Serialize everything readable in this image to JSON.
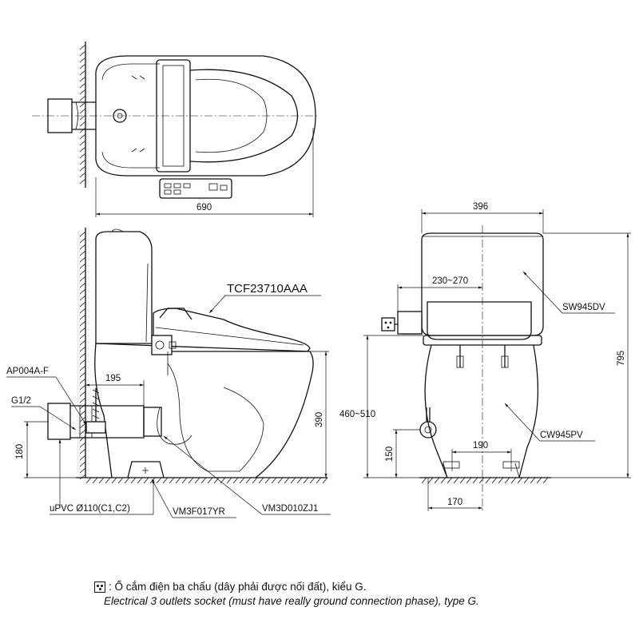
{
  "diagram": {
    "model": "TCF23710AAA",
    "dimensions": {
      "plan_length": "690",
      "tank_width": "396",
      "seat_offset": "230~270",
      "outlet_from_wall": "195",
      "outlet_height_180": "180",
      "height_390": "390",
      "height_795": "795",
      "height_460_510": "460~510",
      "water_height_150": "150",
      "bolt_spacing_190": "190",
      "width_170": "170"
    },
    "parts": {
      "drain_adapter": "AP004A-F",
      "water_inlet": "G1/2",
      "pipe": "uPVC Ø110(C1,C2)",
      "flange": "VM3F017YR",
      "bolt_kit": "VM3D010ZJ1",
      "tank": "SW945DV",
      "bowl": "CW945PV"
    }
  },
  "legend": {
    "vi": ": Ổ cắm điện ba chấu (dây phải được nối đất), kiểu G.",
    "en": "Electrical 3 outlets socket (must have really ground connection phase), type G."
  }
}
